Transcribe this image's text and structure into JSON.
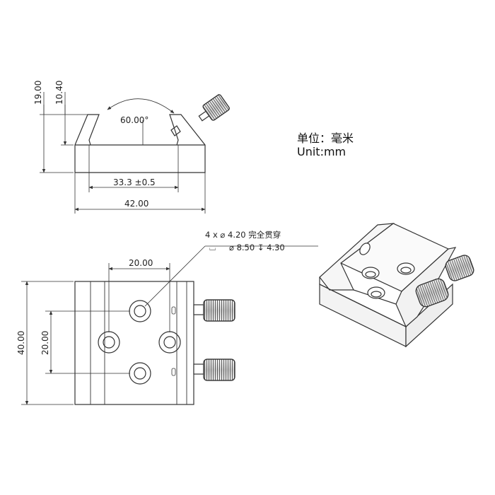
{
  "units": {
    "label_cn": "单位：毫米",
    "label_en": "Unit:mm"
  },
  "front_view": {
    "height_total": "19.00",
    "height_inner": "10.40",
    "groove_angle": "60.00°",
    "inner_width": "33.3 ±0.5",
    "outer_width": "42.00"
  },
  "top_view": {
    "hole_spacing_x": "20.00",
    "hole_spacing_y": "20.00",
    "length": "40.00",
    "hole_note_line1": "4 x ⌀ 4.20 完全贯穿",
    "hole_note_counterbore": "⌴",
    "hole_note_line2": "⌀ 8.50 ↧ 4.30"
  },
  "colors": {
    "line": "#333333",
    "stroke_light": "#555555"
  }
}
